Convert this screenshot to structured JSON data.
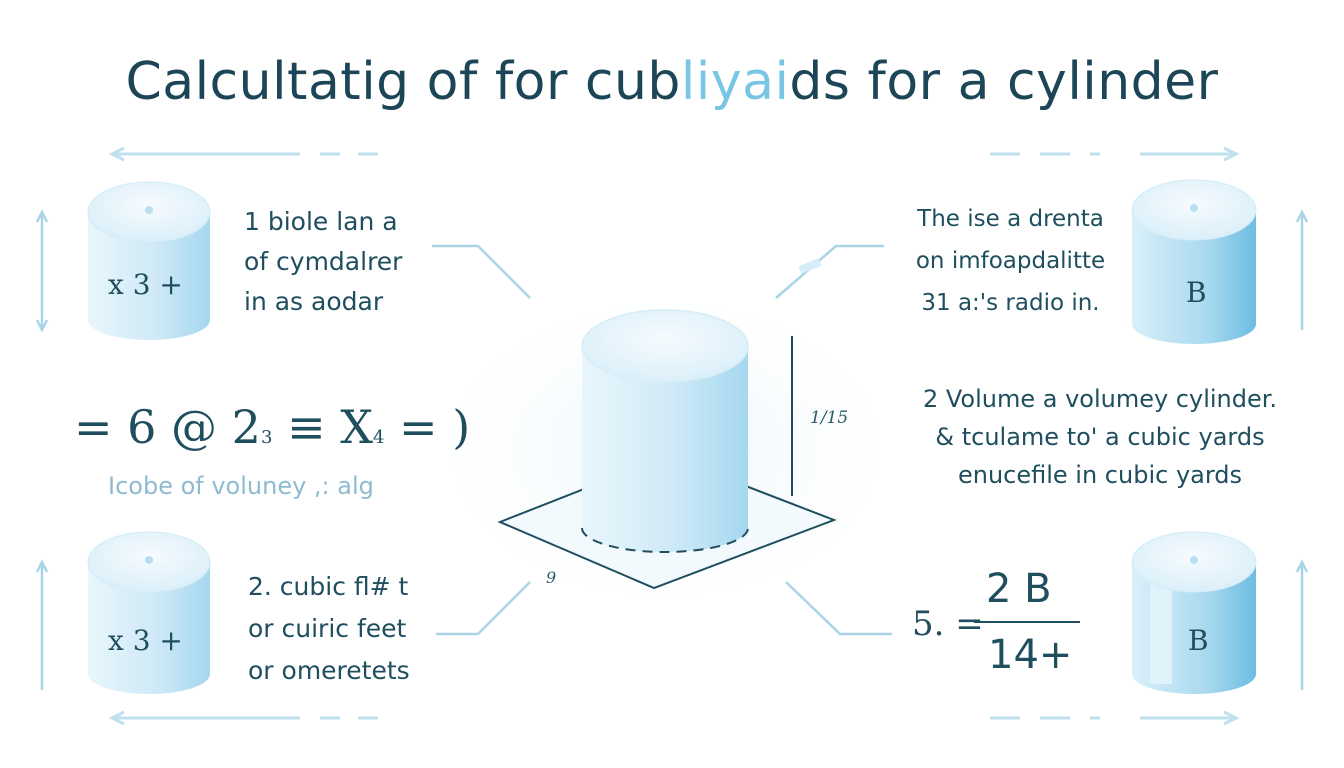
{
  "title": {
    "part1": "Calcultatig of for cub",
    "glitch": "liyai",
    "part2": "ds for a cylinder"
  },
  "left_top_text": [
    "1 biole lan a",
    "of cymdalrer",
    "in as aodar"
  ],
  "left_top_cylinder_label": "x 3 +",
  "left_equation": {
    "part1": "= 6 @ 2",
    "sub1": "3",
    "part2": " ≡ ",
    "part3": "X",
    "sub2": "4",
    "part4": " = )"
  },
  "left_caption": "Icobe of voluney ,: alg",
  "left_bottom_text": [
    "2. cubic fl# t",
    "or cuiric feet",
    "or omeretets"
  ],
  "left_bottom_cylinder_label": "x 3 +",
  "right_top_text": [
    "The ise a drenta",
    "on imfoapdalitte",
    "31 a:'s radio in."
  ],
  "right_top_cylinder_label": "B",
  "right_mid_text": [
    "2 Volume a volumey cylinder.",
    "& tculame to' a cubic yards",
    "enucefile in cubic yards"
  ],
  "right_bottom_fraction": {
    "lhs": "5. =",
    "numerator": "2 B",
    "denominator": "14+"
  },
  "right_bottom_cylinder_label": "B",
  "center_height_label": "1/15",
  "center_base_label": "9",
  "colors": {
    "text": "#1f4e5f",
    "accent_light": "#cbe8f6",
    "accent": "#8ccbe6",
    "accent_dark": "#5bb2d8"
  }
}
